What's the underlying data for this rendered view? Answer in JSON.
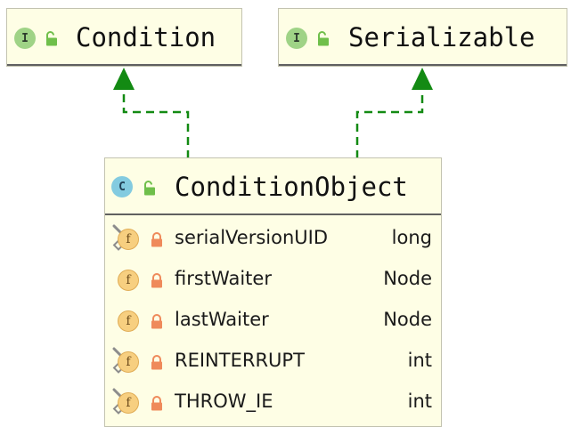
{
  "interfaces": [
    {
      "badge": "I",
      "name": "Condition"
    },
    {
      "badge": "I",
      "name": "Serializable"
    }
  ],
  "class_box": {
    "badge": "C",
    "name": "ConditionObject",
    "fields": [
      {
        "name": "serialVersionUID",
        "type": "long",
        "is_static": true
      },
      {
        "name": "firstWaiter",
        "type": "Node",
        "is_static": false
      },
      {
        "name": "lastWaiter",
        "type": "Node",
        "is_static": false
      },
      {
        "name": "REINTERRUPT",
        "type": "int",
        "is_static": true
      },
      {
        "name": "THROW_IE",
        "type": "int",
        "is_static": true
      }
    ]
  },
  "colors": {
    "box_fill": "#fefee5",
    "interface_badge": "#9fd386",
    "class_badge": "#83cbe0",
    "field_badge": "#f7cf80",
    "private_lock": "#ef8a5b",
    "public_lock": "#6fbf4a",
    "inheritance_arrow": "#138a13"
  },
  "icons": {
    "interface": "interface-icon",
    "class": "class-icon",
    "field": "field-icon",
    "public": "public-lock-icon",
    "private": "private-lock-icon",
    "static": "static-marker-icon"
  }
}
